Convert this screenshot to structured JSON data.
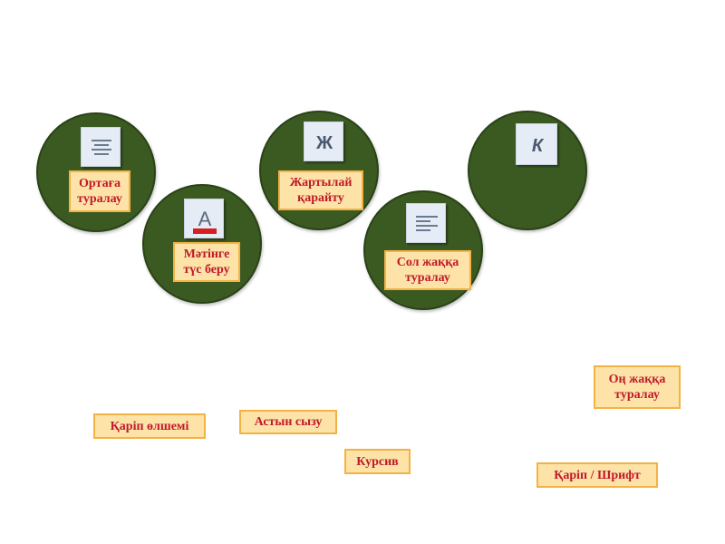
{
  "colors": {
    "circle_fill": "#3b5a22",
    "label_fill": "#fde3a7",
    "label_border": "#f4b245",
    "label_text": "#c0192b",
    "tile_fill": "#e6ecf5"
  },
  "icons": {
    "center_align": "align-center-icon",
    "font_color": "font-color-icon",
    "bold": "bold-icon",
    "left_align": "align-left-icon",
    "italic": "italic-icon"
  },
  "tiles": {
    "bold_glyph": "Ж",
    "italic_glyph": "К",
    "font_color_glyph": "A"
  },
  "circle_labels": {
    "center": "Ортаға\nтуралау",
    "font_color": "Мәтінге\nтүс беру",
    "bold": "Жартылай\nқарайту",
    "left": "Сол жаққа\nтуралау"
  },
  "answer_labels": {
    "right_align": "Оң жаққа\nтуралау",
    "font_size": "Қаріп өлшемі",
    "underline": "Астын сызу",
    "italic": "Курсив",
    "font": "Қаріп / Шрифт"
  }
}
